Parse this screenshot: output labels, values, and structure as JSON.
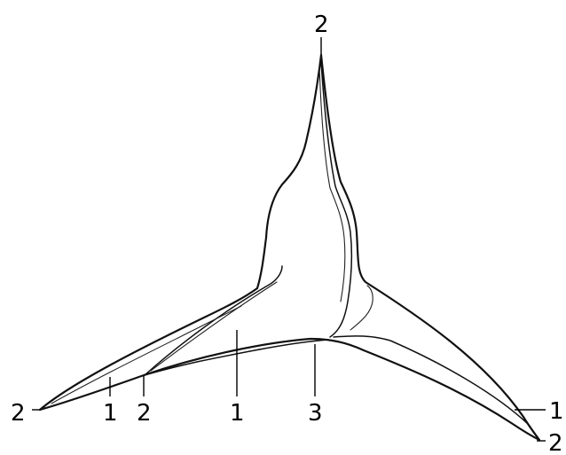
{
  "labels": {
    "top_spine": "2",
    "left_spine_tip": "2",
    "left_arm": "1",
    "left_fold_tip": "2",
    "center_arm": "1",
    "bottom_center": "3",
    "right_arm": "1",
    "right_spine_tip": "2"
  }
}
